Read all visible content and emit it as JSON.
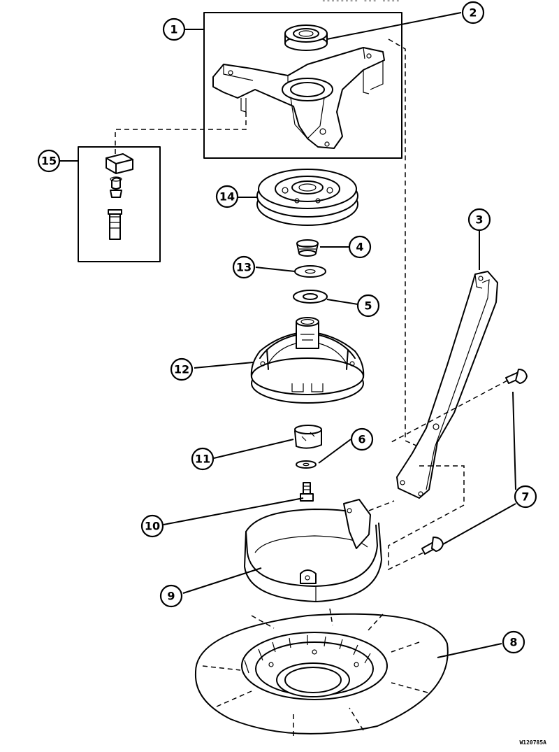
{
  "diagram": {
    "header_fragment": "--------   ---  ----",
    "drawing_code": "W120785A",
    "callouts": [
      {
        "id": "c1",
        "label": "1"
      },
      {
        "id": "c2",
        "label": "2"
      },
      {
        "id": "c3",
        "label": "3"
      },
      {
        "id": "c4",
        "label": "4"
      },
      {
        "id": "c5",
        "label": "5"
      },
      {
        "id": "c6",
        "label": "6"
      },
      {
        "id": "c7",
        "label": "7"
      },
      {
        "id": "c8",
        "label": "8"
      },
      {
        "id": "c9",
        "label": "9"
      },
      {
        "id": "c10",
        "label": "10"
      },
      {
        "id": "c11",
        "label": "11"
      },
      {
        "id": "c12",
        "label": "12"
      },
      {
        "id": "c13",
        "label": "13"
      },
      {
        "id": "c14",
        "label": "14"
      },
      {
        "id": "c15",
        "label": "15"
      }
    ]
  }
}
